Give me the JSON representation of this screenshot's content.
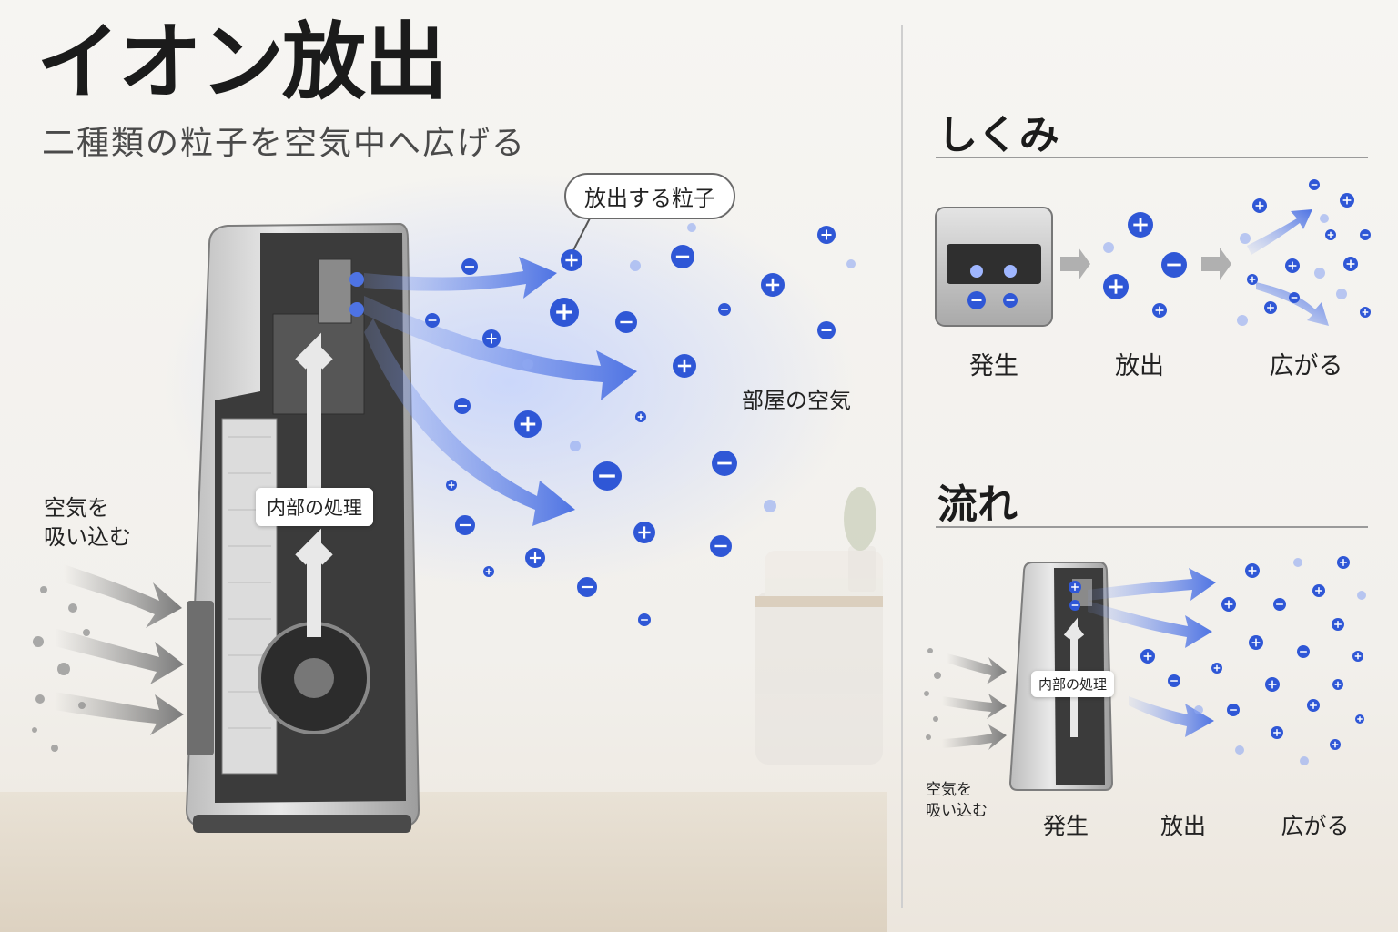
{
  "header": {
    "title": "イオン放出",
    "subtitle": "二種類の粒子を空気中へ広げる"
  },
  "main": {
    "callout_particles": "放出する粒子",
    "room_air": "部屋の空気",
    "intake_line1": "空気を",
    "intake_line2": "吸い込む",
    "internal_process": "内部の処理"
  },
  "mechanism": {
    "title": "しくみ",
    "steps": [
      {
        "label": "発生"
      },
      {
        "label": "放出"
      },
      {
        "label": "広がる"
      }
    ]
  },
  "flow": {
    "title": "流れ",
    "intake_line1": "空気を",
    "intake_line2": "吸い込む",
    "internal_process": "内部の処理",
    "steps": [
      {
        "label": "発生"
      },
      {
        "label": "放出"
      },
      {
        "label": "広がる"
      }
    ]
  },
  "colors": {
    "particle": "#2f57d6",
    "arrow": "#5b7fe6",
    "grey_arrow": "#8a8a8a"
  }
}
